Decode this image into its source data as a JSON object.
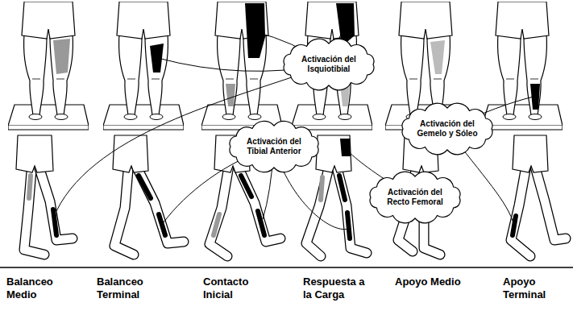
{
  "diagram": {
    "nodes": [
      {
        "text": [
          "Activación del Isquiotibial"
        ]
      },
      {
        "text": [
          "Activación del Gemelo y Sóleo"
        ]
      },
      {
        "text": [
          "Activación del Tibial Anterior"
        ]
      },
      {
        "text": [
          "Activación del Recto Femoral"
        ]
      }
    ],
    "labels": [
      "Balanceo Medio",
      "Balanceo Terminal",
      "Contacto Inicial",
      "Respuesta a la Carga",
      "Apoyo Medio",
      "Apoyo Terminal"
    ]
  }
}
